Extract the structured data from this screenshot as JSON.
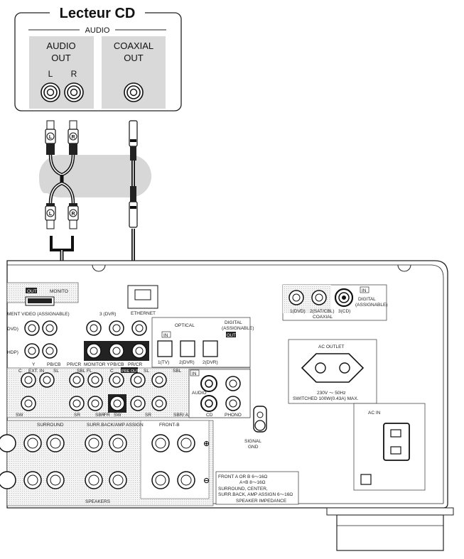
{
  "device": {
    "title": "Lecteur CD",
    "group_label": "AUDIO",
    "audio_out": "AUDIO\nOUT",
    "audio_out_l1": "AUDIO",
    "audio_out_l2": "OUT",
    "left": "L",
    "right": "R",
    "coaxial_l1": "COAXIAL",
    "coaxial_l2": "OUT"
  },
  "plugs": {
    "left": "L",
    "right": "R"
  },
  "receiver": {
    "monitor": "MONITO",
    "out": "OUT",
    "component_video": "MENT VIDEO (ASSIGNABLE)",
    "dvd": "DVD)",
    "hdp": "HDP)",
    "y": "Y",
    "pb_cb": "PB/CB",
    "pr_cr": "PR/CR",
    "monitor_y": "MONITOR  Y",
    "dvr3": "3 (DVR)",
    "ethernet": "ETHERNET",
    "optical": "OPTICAL",
    "digital_assignable": "DIGITAL\n(ASSIGNABLE)",
    "digital": "DIGITAL",
    "assignable": "(ASSIGNABLE)",
    "in": "IN",
    "opt_1": "1(TV)",
    "opt_2": "2(DVR)",
    "opt_3": "2(DVR)",
    "coax_1": "1(DVD)",
    "coax_2": "2(SAT/CBL)",
    "coax_3": "3(CD)",
    "coaxial": "COAXIAL",
    "ac_outlet": "AC OUTLET",
    "ac_outlet_spec1": "230V ～ 50Hz",
    "ac_outlet_spec2": "SWITCHED 100W(0.43A)  MAX.",
    "ac_in": "AC IN",
    "ext_in": "EXT. IN",
    "pre_out": "PRE OUT",
    "audio": "AUDIO",
    "cd": "CD",
    "phono": "PHONO",
    "sw": "SW",
    "sr": "SR",
    "sbr": "SBR",
    "fr": "FR",
    "sbr_assign": "SBR/\nASSIGN",
    "signal_gnd1": "SIGNAL",
    "signal_gnd2": "GND",
    "surround": "SURROUND",
    "surr_back": "SURR.BACK/AMP ASSIGN",
    "front_b": "FRONT-B",
    "speakers": "SPEAKERS",
    "front_imp_1": "FRONT   A OR B   6～16Ω",
    "front_imp_2": "A+B         8～16Ω",
    "surr_imp_1": "SURROUND, CENTER,",
    "surr_imp_2": "SURR.BACK, AMP ASSIGN  6～16Ω",
    "speaker_impedance": "SPEAKER  IMPEDANCE",
    "c": "C",
    "sl": "SL",
    "sbl": "SBL",
    "fl": "FL"
  },
  "colors": {
    "panel": "#efefef",
    "shade": "#d6d6d6",
    "cable": "#111111"
  }
}
